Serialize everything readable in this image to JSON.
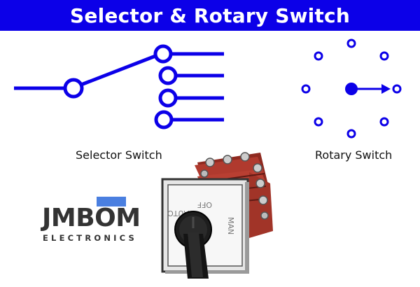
{
  "header": {
    "title": "Selector & Rotary Switch"
  },
  "selector_switch": {
    "label": "Selector Switch"
  },
  "rotary_switch": {
    "label": "Rotary Switch"
  },
  "switch_photo": {
    "dial_labels": [
      "OFF",
      "AUTO",
      "MAN"
    ]
  },
  "logo": {
    "name": "JMBOM",
    "tagline": "ELECTRONICS"
  },
  "colors": {
    "accent": "#0c00e8",
    "logo_bar": "#4a7fe0",
    "switch_body": "#b03a2e"
  }
}
